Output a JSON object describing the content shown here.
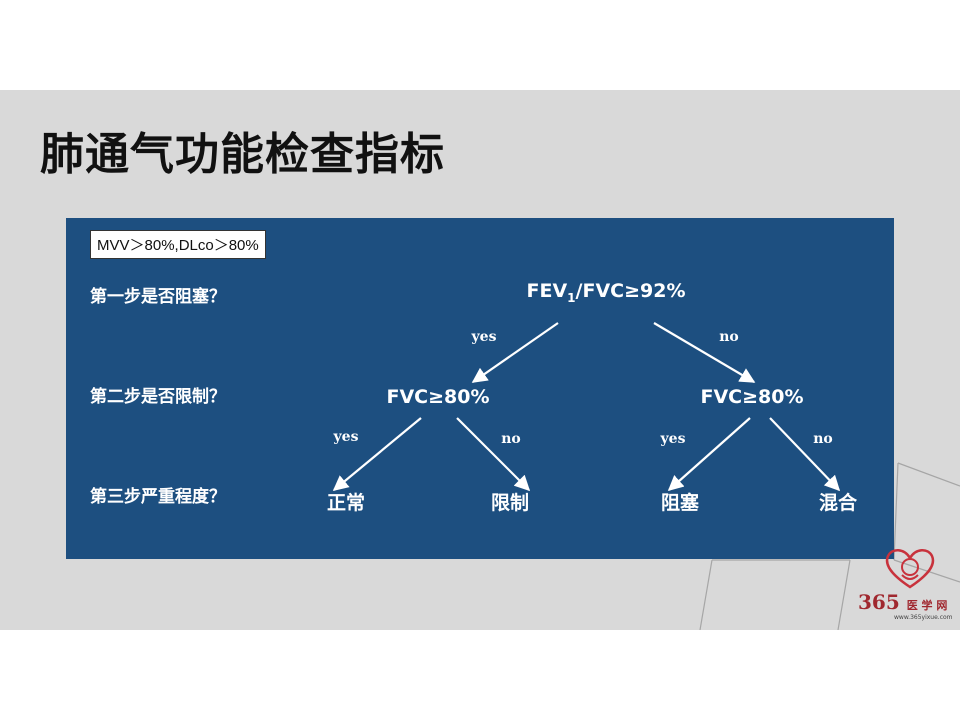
{
  "title": "肺通气功能检查指标",
  "condition": "MVV＞80%,DLco＞80%",
  "steps": [
    "第一步是否阻塞？",
    "第二步是否限制？",
    "第三步严重程度？"
  ],
  "root": {
    "prefix": "FEV",
    "sub": "1",
    "suffix": "/FVC≥92%"
  },
  "level2": [
    "FVC≥80%",
    "FVC≥80%"
  ],
  "leaves": [
    "正常",
    "限制",
    "阻塞",
    "混合"
  ],
  "edge_labels": {
    "yes": "yes",
    "no": "no"
  },
  "logo": {
    "number": "365",
    "text": "医 学 网",
    "url": "www.365yixue.com"
  },
  "colors": {
    "panel": "#1d4f80",
    "slide_bg": "#d9d9d9",
    "logo": "#a0282f"
  }
}
